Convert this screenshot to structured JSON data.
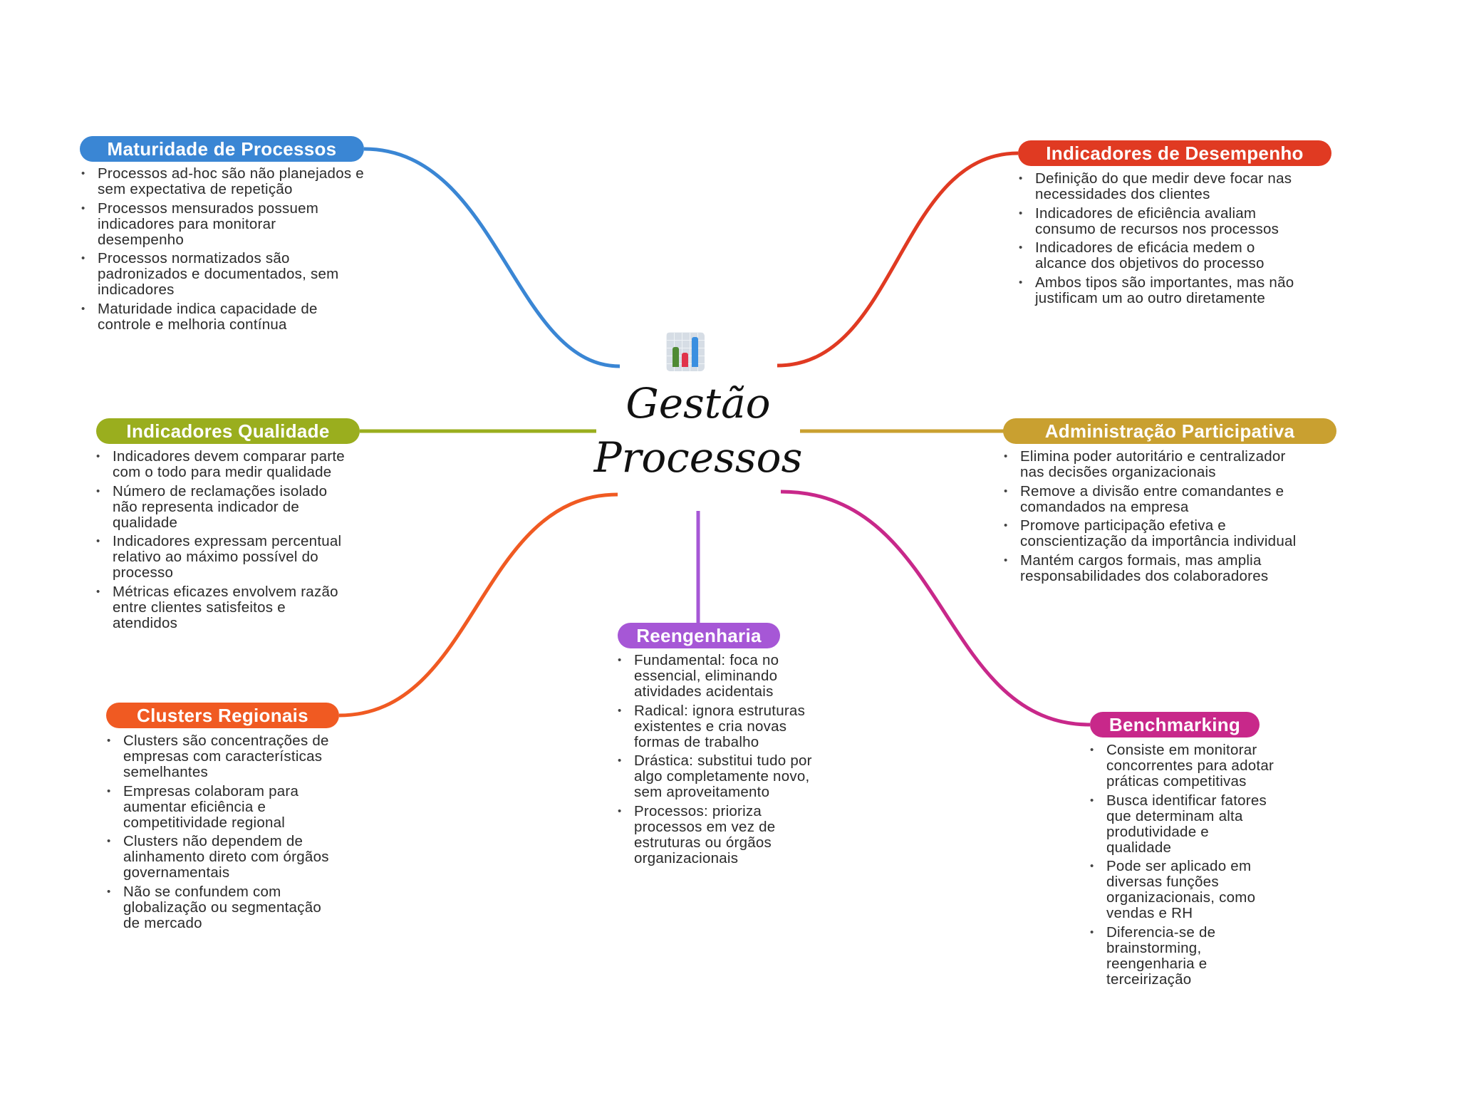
{
  "center": {
    "title_line1": "Gestão",
    "title_line2": "Processos",
    "icon": "bar-chart-icon"
  },
  "colors": {
    "maturidade": "#3a86d4",
    "desempenho": "#e03a22",
    "qualidade": "#9aae1e",
    "administracao": "#c9a030",
    "clusters": "#f05a22",
    "reengenharia": "#a657d6",
    "benchmarking": "#c8288a"
  },
  "branches": {
    "maturidade": {
      "title": "Maturidade de Processos",
      "items": [
        "Processos ad-hoc são não planejados e sem expectativa de repetição",
        "Processos mensurados possuem indicadores para monitorar desempenho",
        "Processos normatizados são padronizados e documentados, sem indicadores",
        "Maturidade indica capacidade de controle e melhoria contínua"
      ]
    },
    "desempenho": {
      "title": "Indicadores de Desempenho",
      "items": [
        "Definição do que medir deve focar nas necessidades dos clientes",
        "Indicadores de eficiência avaliam consumo de recursos nos processos",
        "Indicadores de eficácia medem o alcance dos objetivos do processo",
        "Ambos tipos são importantes, mas não justificam um ao outro diretamente"
      ]
    },
    "qualidade": {
      "title": "Indicadores Qualidade",
      "items": [
        "Indicadores devem comparar parte com o todo para medir qualidade",
        "Número de reclamações isolado não representa indicador de qualidade",
        "Indicadores expressam percentual relativo ao máximo possível do processo",
        "Métricas eficazes envolvem razão entre clientes satisfeitos e atendidos"
      ]
    },
    "administracao": {
      "title": "Administração Participativa",
      "items": [
        "Elimina poder autoritário e centralizador nas decisões organizacionais",
        "Remove a divisão entre comandantes e comandados na empresa",
        "Promove participação efetiva e conscientização da importância individual",
        "Mantém cargos formais, mas amplia responsabilidades dos colaboradores"
      ]
    },
    "clusters": {
      "title": "Clusters Regionais",
      "items": [
        "Clusters são concentrações de empresas com características semelhantes",
        "Empresas colaboram para aumentar eficiência e competitividade regional",
        "Clusters não dependem de alinhamento direto com órgãos governamentais",
        "Não se confundem com globalização ou segmentação de mercado"
      ]
    },
    "reengenharia": {
      "title": "Reengenharia",
      "items": [
        "Fundamental: foca no essencial, eliminando atividades acidentais",
        "Radical: ignora estruturas existentes e cria novas formas de trabalho",
        "Drástica: substitui tudo por algo completamente novo, sem aproveitamento",
        "Processos: prioriza processos em vez de estruturas ou órgãos organizacionais"
      ]
    },
    "benchmarking": {
      "title": "Benchmarking",
      "items": [
        "Consiste em monitorar concorrentes para adotar práticas competitivas",
        "Busca identificar fatores que determinam alta produtividade e qualidade",
        "Pode ser aplicado em diversas funções organizacionais, como vendas e RH",
        "Diferencia-se de brainstorming, reengenharia e terceirização"
      ]
    }
  }
}
